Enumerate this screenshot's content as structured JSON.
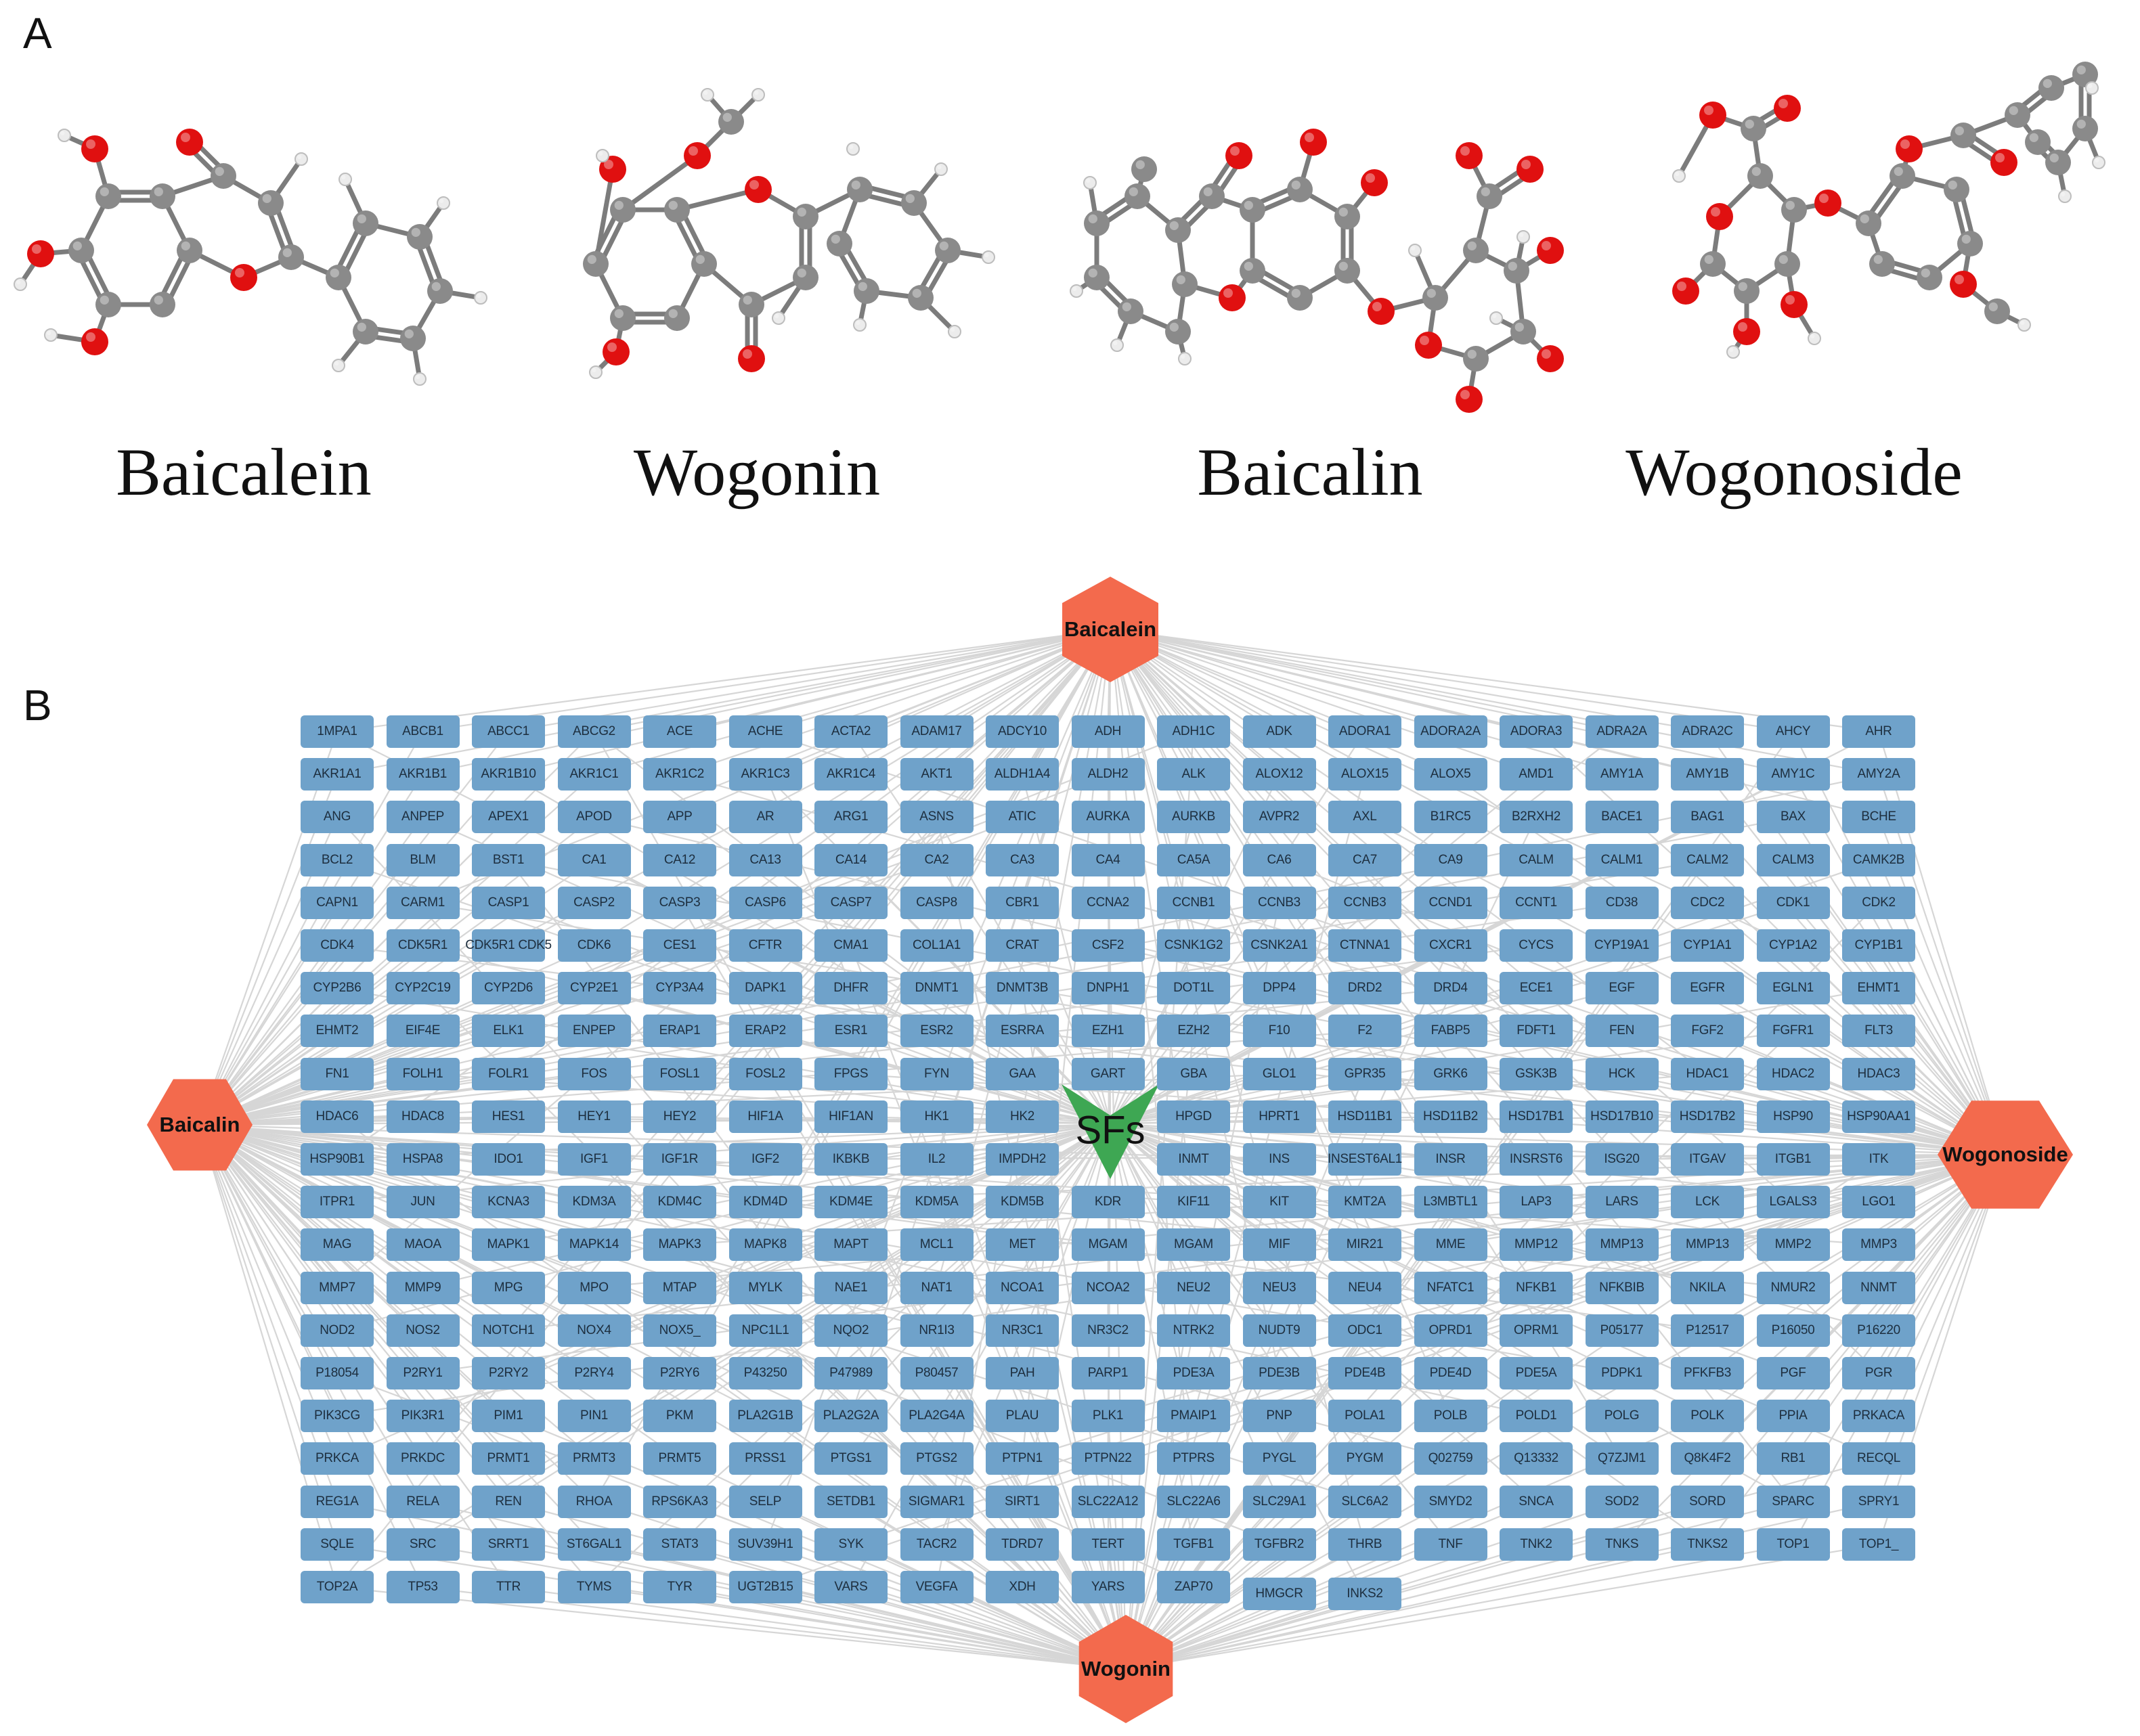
{
  "panels": {
    "a": "A",
    "b": "B"
  },
  "molecules": [
    "Baicalein",
    "Wogonin",
    "Baicalin",
    "Wogonoside"
  ],
  "compounds": {
    "top": "Baicalein",
    "left": "Baicalin",
    "right": "Wogonoside",
    "bottom": "Wogonin"
  },
  "center": "SFs",
  "colors": {
    "gene_box": "#6fa2ca",
    "compound_hex": "#f36a4d",
    "center_node": "#3ea753",
    "edge": "#cccccc",
    "atom_carbon": "#8a8a8a",
    "atom_oxygen": "#e01010",
    "atom_hydrogen": "#ececec"
  },
  "genes": [
    "1MPA1",
    "ABCB1",
    "ABCC1",
    "ABCG2",
    "ACE",
    "ACHE",
    "ACTA2",
    "ADAM17",
    "ADCY10",
    "ADH",
    "ADH1C",
    "ADK",
    "ADORA1",
    "ADORA2A",
    "ADORA3",
    "ADRA2A",
    "ADRA2C",
    "AHCY",
    "AHR",
    "AKR1A1",
    "AKR1B1",
    "AKR1B10",
    "AKR1C1",
    "AKR1C2",
    "AKR1C3",
    "AKR1C4",
    "AKT1",
    "ALDH1A4",
    "ALDH2",
    "ALK",
    "ALOX12",
    "ALOX15",
    "ALOX5",
    "AMD1",
    "AMY1A",
    "AMY1B",
    "AMY1C",
    "AMY2A",
    "ANG",
    "ANPEP",
    "APEX1",
    "APOD",
    "APP",
    "AR",
    "ARG1",
    "ASNS",
    "ATIC",
    "AURKA",
    "AURKB",
    "AVPR2",
    "AXL",
    "B1RC5",
    "B2RXH2",
    "BACE1",
    "BAG1",
    "BAX",
    "BCHE",
    "BCL2",
    "BLM",
    "BST1",
    "CA1",
    "CA12",
    "CA13",
    "CA14",
    "CA2",
    "CA3",
    "CA4",
    "CA5A",
    "CA6",
    "CA7",
    "CA9",
    "CALM",
    "CALM1",
    "CALM2",
    "CALM3",
    "CAMK2B",
    "CAPN1",
    "CARM1",
    "CASP1",
    "CASP2",
    "CASP3",
    "CASP6",
    "CASP7",
    "CASP8",
    "CBR1",
    "CCNA2",
    "CCNB1",
    "CCNB3",
    "CCNB3",
    "CCND1",
    "CCNT1",
    "CD38",
    "CDC2",
    "CDK1",
    "CDK2",
    "CDK4",
    "CDK5R1",
    "CDK5R1 CDK5",
    "CDK6",
    "CES1",
    "CFTR",
    "CMA1",
    "COL1A1",
    "CRAT",
    "CSF2",
    "CSNK1G2",
    "CSNK2A1",
    "CTNNA1",
    "CXCR1",
    "CYCS",
    "CYP19A1",
    "CYP1A1",
    "CYP1A2",
    "CYP1B1",
    "CYP2B6",
    "CYP2C19",
    "CYP2D6",
    "CYP2E1",
    "CYP3A4",
    "DAPK1",
    "DHFR",
    "DNMT1",
    "DNMT3B",
    "DNPH1",
    "DOT1L",
    "DPP4",
    "DRD2",
    "DRD4",
    "ECE1",
    "EGF",
    "EGFR",
    "EGLN1",
    "EHMT1",
    "EHMT2",
    "EIF4E",
    "ELK1",
    "ENPEP",
    "ERAP1",
    "ERAP2",
    "ESR1",
    "ESR2",
    "ESRRA",
    "EZH1",
    "EZH2",
    "F10",
    "F2",
    "FABP5",
    "FDFT1",
    "FEN",
    "FGF2",
    "FGFR1",
    "FLT3",
    "FN1",
    "FOLH1",
    "FOLR1",
    "FOS",
    "FOSL1",
    "FOSL2",
    "FPGS",
    "FYN",
    "GAA",
    "GART",
    "GBA",
    "GLO1",
    "GPR35",
    "GRK6",
    "GSK3B",
    "HCK",
    "HDAC1",
    "HDAC2",
    "HDAC3",
    "HDAC6",
    "HDAC8",
    "HES1",
    "HEY1",
    "HEY2",
    "HIF1A",
    "HIF1AN",
    "HK1",
    "HK2",
    "",
    "HPGD",
    "HPRT1",
    "HSD11B1",
    "HSD11B2",
    "HSD17B1",
    "HSD17B10",
    "HSD17B2",
    "HSP90",
    "HSP90AA1",
    "HSP90B1",
    "HSPA8",
    "IDO1",
    "IGF1",
    "IGF1R",
    "IGF2",
    "IKBKB",
    "IL2",
    "IMPDH2",
    "",
    "INMT",
    "INS",
    "INSEST6AL1",
    "INSR",
    "INSRST6",
    "ISG20",
    "ITGAV",
    "ITGB1",
    "ITK",
    "ITPR1",
    "JUN",
    "KCNA3",
    "KDM3A",
    "KDM4C",
    "KDM4D",
    "KDM4E",
    "KDM5A",
    "KDM5B",
    "KDR",
    "KIF11",
    "KIT",
    "KMT2A",
    "L3MBTL1",
    "LAP3",
    "LARS",
    "LCK",
    "LGALS3",
    "LGO1",
    "MAG",
    "MAOA",
    "MAPK1",
    "MAPK14",
    "MAPK3",
    "MAPK8",
    "MAPT",
    "MCL1",
    "MET",
    "MGAM",
    "MGAM",
    "MIF",
    "MIR21",
    "MME",
    "MMP12",
    "MMP13",
    "MMP13",
    "MMP2",
    "MMP3",
    "MMP7",
    "MMP9",
    "MPG",
    "MPO",
    "MTAP",
    "MYLK",
    "NAE1",
    "NAT1",
    "NCOA1",
    "NCOA2",
    "NEU2",
    "NEU3",
    "NEU4",
    "NFATC1",
    "NFKB1",
    "NFKBIB",
    "NKILA",
    "NMUR2",
    "NNMT",
    "NOD2",
    "NOS2",
    "NOTCH1",
    "NOX4",
    "NOX5_",
    "NPC1L1",
    "NQO2",
    "NR1I3",
    "NR3C1",
    "NR3C2",
    "NTRK2",
    "NUDT9",
    "ODC1",
    "OPRD1",
    "OPRM1",
    "P05177",
    "P12517",
    "P16050",
    "P16220",
    "P18054",
    "P2RY1",
    "P2RY2",
    "P2RY4",
    "P2RY6",
    "P43250",
    "P47989",
    "P80457",
    "PAH",
    "PARP1",
    "PDE3A",
    "PDE3B",
    "PDE4B",
    "PDE4D",
    "PDE5A",
    "PDPK1",
    "PFKFB3",
    "PGF",
    "PGR",
    "PIK3CG",
    "PIK3R1",
    "PIM1",
    "PIN1",
    "PKM",
    "PLA2G1B",
    "PLA2G2A",
    "PLA2G4A",
    "PLAU",
    "PLK1",
    "PMAIP1",
    "PNP",
    "POLA1",
    "POLB",
    "POLD1",
    "POLG",
    "POLK",
    "PPIA",
    "PRKACA",
    "PRKCA",
    "PRKDC",
    "PRMT1",
    "PRMT3",
    "PRMT5",
    "PRSS1",
    "PTGS1",
    "PTGS2",
    "PTPN1",
    "PTPN22",
    "PTPRS",
    "PYGL",
    "PYGM",
    "Q02759",
    "Q13332",
    "Q7ZJM1",
    "Q8K4F2",
    "RB1",
    "RECQL",
    "REG1A",
    "RELA",
    "REN",
    "RHOA",
    "RPS6KA3",
    "SELP",
    "SETDB1",
    "SIGMAR1",
    "SIRT1",
    "SLC22A12",
    "SLC22A6",
    "SLC29A1",
    "SLC6A2",
    "SMYD2",
    "SNCA",
    "SOD2",
    "SORD",
    "SPARC",
    "SPRY1",
    "SQLE",
    "SRC",
    "SRRT1",
    "ST6GAL1",
    "STAT3",
    "SUV39H1",
    "SYK",
    "TACR2",
    "TDRD7",
    "TERT",
    "TGFB1",
    "TGFBR2",
    "THRB",
    "TNF",
    "TNK2",
    "TNKS",
    "TNKS2",
    "TOP1",
    "TOP1_",
    "TOP2A",
    "TP53",
    "TTR",
    "TYMS",
    "TYR",
    "UGT2B15",
    "VARS",
    "VEGFA",
    "XDH",
    "YARS",
    "ZAP70",
    "HMGCR",
    "INKS2"
  ]
}
